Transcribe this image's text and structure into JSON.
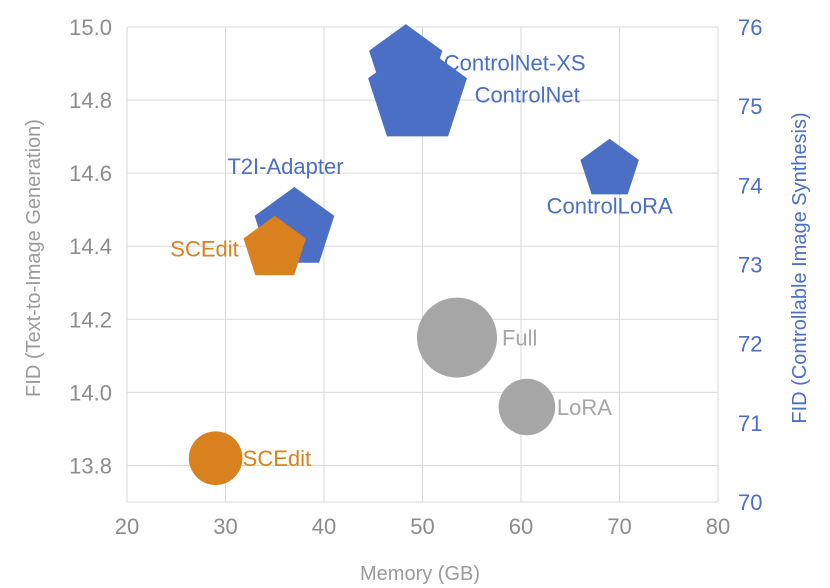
{
  "chart_data": {
    "type": "scatter",
    "xlabel": "Memory (GB)",
    "ylabel_left": "FID (Text-to-Image Generation)",
    "ylabel_right": "FID (Controllable Image Synthesis)",
    "xlim": [
      20,
      80
    ],
    "ylim_left": [
      13.7,
      15.0
    ],
    "ylim_right": [
      70,
      76
    ],
    "x_ticks": [
      "20",
      "30",
      "40",
      "50",
      "60",
      "70",
      "80"
    ],
    "y_left_ticks": [
      "13.8",
      "14.0",
      "14.2",
      "14.4",
      "14.6",
      "14.8",
      "15.0"
    ],
    "y_right_ticks": [
      "70",
      "71",
      "72",
      "73",
      "74",
      "75",
      "76"
    ],
    "grid": true,
    "colors": {
      "controllable": "#4a6fc4",
      "ours": "#d9801f",
      "t2i": "#a6a6a6"
    },
    "points": [
      {
        "label": "ControlNet-XS",
        "x": 48.3,
        "y": 75.55,
        "axis": "right",
        "shape": "pentagon",
        "size": 0.55,
        "group": "controllable"
      },
      {
        "label": "ControlNet",
        "x": 49.5,
        "y": 75.15,
        "axis": "right",
        "shape": "pentagon",
        "size": 1.0,
        "group": "controllable"
      },
      {
        "label": "ControlLoRA",
        "x": 69.0,
        "y": 74.2,
        "axis": "right",
        "shape": "pentagon",
        "size": 0.35,
        "group": "controllable"
      },
      {
        "label": "T2I-Adapter",
        "x": 37.0,
        "y": 73.45,
        "axis": "right",
        "shape": "pentagon",
        "size": 0.65,
        "group": "controllable"
      },
      {
        "label": "SCEdit",
        "x": 35.0,
        "y": 73.2,
        "axis": "right",
        "shape": "pentagon",
        "size": 0.4,
        "group": "ours"
      },
      {
        "label": "Full",
        "x": 53.5,
        "y": 14.15,
        "axis": "left",
        "shape": "circle",
        "size": 1.0,
        "group": "t2i"
      },
      {
        "label": "LoRA",
        "x": 60.6,
        "y": 13.96,
        "axis": "left",
        "shape": "circle",
        "size": 0.5,
        "group": "t2i"
      },
      {
        "label": "SCEdit",
        "x": 29.0,
        "y": 13.82,
        "axis": "left",
        "shape": "circle",
        "size": 0.45,
        "group": "ours"
      }
    ]
  }
}
